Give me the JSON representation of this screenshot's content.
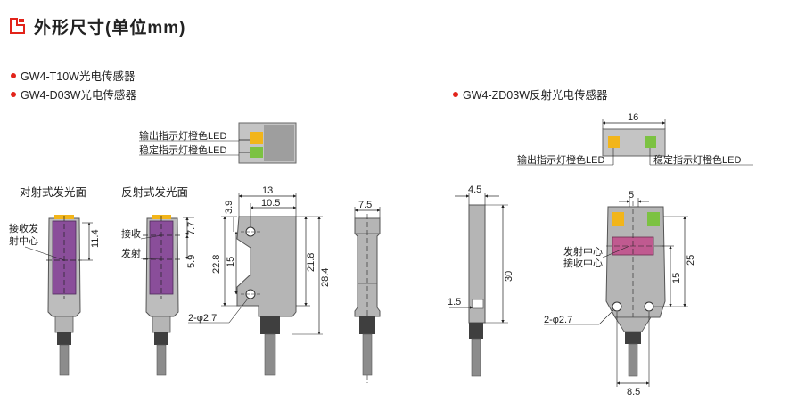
{
  "header": {
    "title": "外形尺寸(单位mm)",
    "icon": "section-icon",
    "accent": "#e2231a"
  },
  "bullets": {
    "t10w": "GW4-T10W光电传感器",
    "d03w": "GW4-D03W光电传感器",
    "zd03w": "GW4-ZD03W反射光电传感器"
  },
  "left": {
    "led_output": "输出指示灯橙色LED",
    "led_stable": "稳定指示灯橙色LED",
    "face_thru": "对射式发光面",
    "face_refl": "反射式发光面",
    "recv_emit_1": "接收发",
    "recv_emit_2": "射中心",
    "recv": "接收",
    "emit": "发射",
    "hole": "2-φ2.7",
    "dims": {
      "d11_4": "11.4",
      "d7_7": "7.7",
      "d5_9": "5.9",
      "d13": "13",
      "d10_5": "10.5",
      "d3_9": "3.9",
      "d22_8": "22.8",
      "d15": "15",
      "d21_8": "21.8",
      "d28_4": "28.4",
      "d7_5": "7.5"
    }
  },
  "right": {
    "d16": "16",
    "led_output": "输出指示灯橙色LED",
    "led_stable": "稳定指示灯橙色LED",
    "d4_5": "4.5",
    "d30": "30",
    "d1_5": "1.5",
    "d5": "5",
    "emit_c": "发射中心",
    "recv_c": "接收中心",
    "d25": "25",
    "d15": "15",
    "hole": "2-φ2.7",
    "d8_5": "8.5"
  },
  "colors": {
    "led_orange": "#f2b51a",
    "led_green": "#7cc242",
    "lens_purple": "#8a4e9a",
    "lens_pink": "#c05a90",
    "body_gray": "#b5b5b5"
  }
}
